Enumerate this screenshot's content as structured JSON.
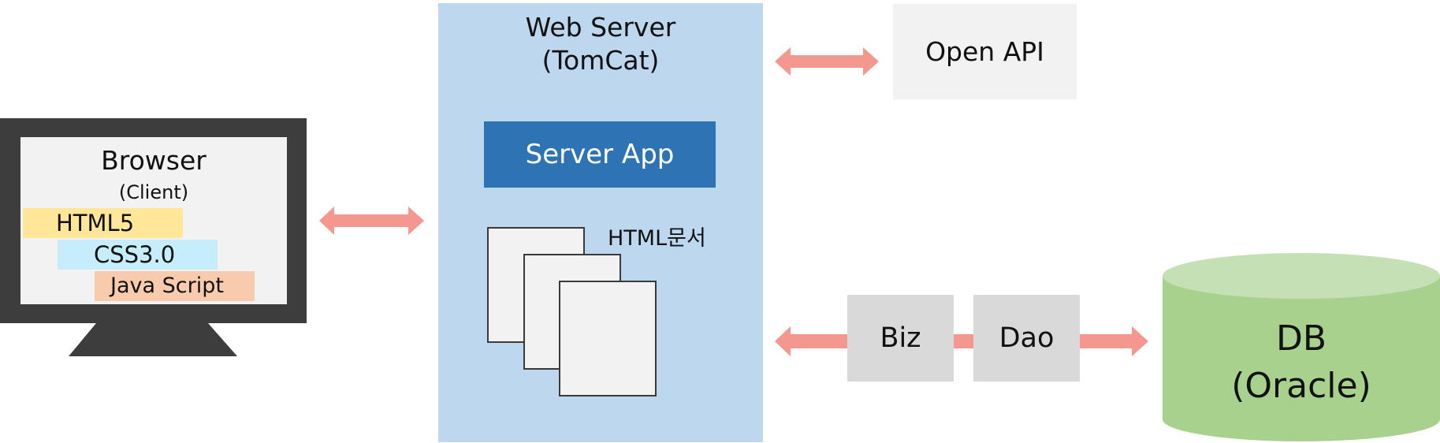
{
  "browser": {
    "title": "Browser",
    "subtitle": "(Client)",
    "tags": [
      "HTML5",
      "CSS3.0",
      "Java Script"
    ]
  },
  "web_server": {
    "title_line1": "Web Server",
    "title_line2": "(TomCat)",
    "app_label": "Server App",
    "docs_label": "HTML문서"
  },
  "open_api": {
    "label": "Open API"
  },
  "biz": {
    "label": "Biz"
  },
  "dao": {
    "label": "Dao"
  },
  "db": {
    "line1": "DB",
    "line2": "(Oracle)"
  },
  "colors": {
    "arrow": "#f4978e",
    "monitor": "#3d3d3d",
    "server_panel": "#bdd7ee",
    "server_app": "#2e74b5",
    "db_body": "#a9d18e",
    "db_top": "#c5e0b4"
  }
}
